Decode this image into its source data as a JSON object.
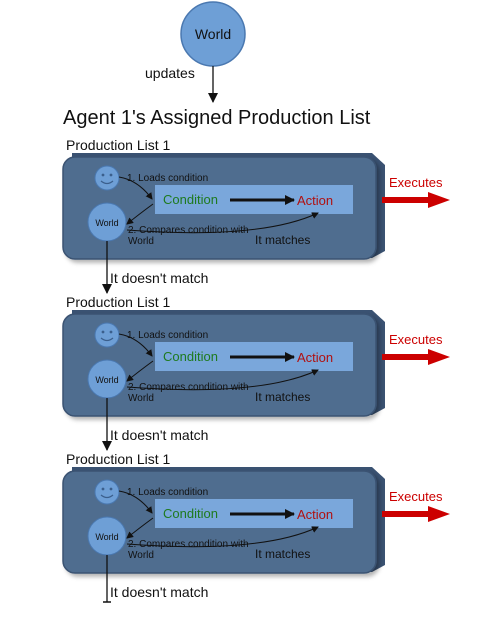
{
  "world_node": "World",
  "updates_label": "updates",
  "title": "Agent 1's Assigned Production List",
  "panels": [
    {
      "heading": "Production List 1",
      "loads": "1. Loads condition",
      "world": "World",
      "condition": "Condition",
      "action": "Action",
      "compares_1": "2. Compares condition with",
      "compares_2": "World",
      "matches": "It matches",
      "executes": "Executes",
      "no_match": "It doesn't match"
    },
    {
      "heading": "Production List 1",
      "loads": "1. Loads condition",
      "world": "World",
      "condition": "Condition",
      "action": "Action",
      "compares_1": "2. Compares condition with",
      "compares_2": "World",
      "matches": "It matches",
      "executes": "Executes",
      "no_match": "It doesn't match"
    },
    {
      "heading": "Production List 1",
      "loads": "1. Loads condition",
      "world": "World",
      "condition": "Condition",
      "action": "Action",
      "compares_1": "2. Compares condition with",
      "compares_2": "World",
      "matches": "It matches",
      "executes": "Executes",
      "no_match": "It doesn't match"
    }
  ],
  "colors": {
    "node_fill": "#6e9fd6",
    "node_stroke": "#4a78b0",
    "panel_fill": "#4f6d8f",
    "panel_edge": "#3a5272",
    "rule_box": "#7aa7db",
    "condition_text": "#1e7a1e",
    "action_text": "#b01010",
    "execute_arrow": "#cc0000",
    "executes_text": "#cc0000"
  }
}
